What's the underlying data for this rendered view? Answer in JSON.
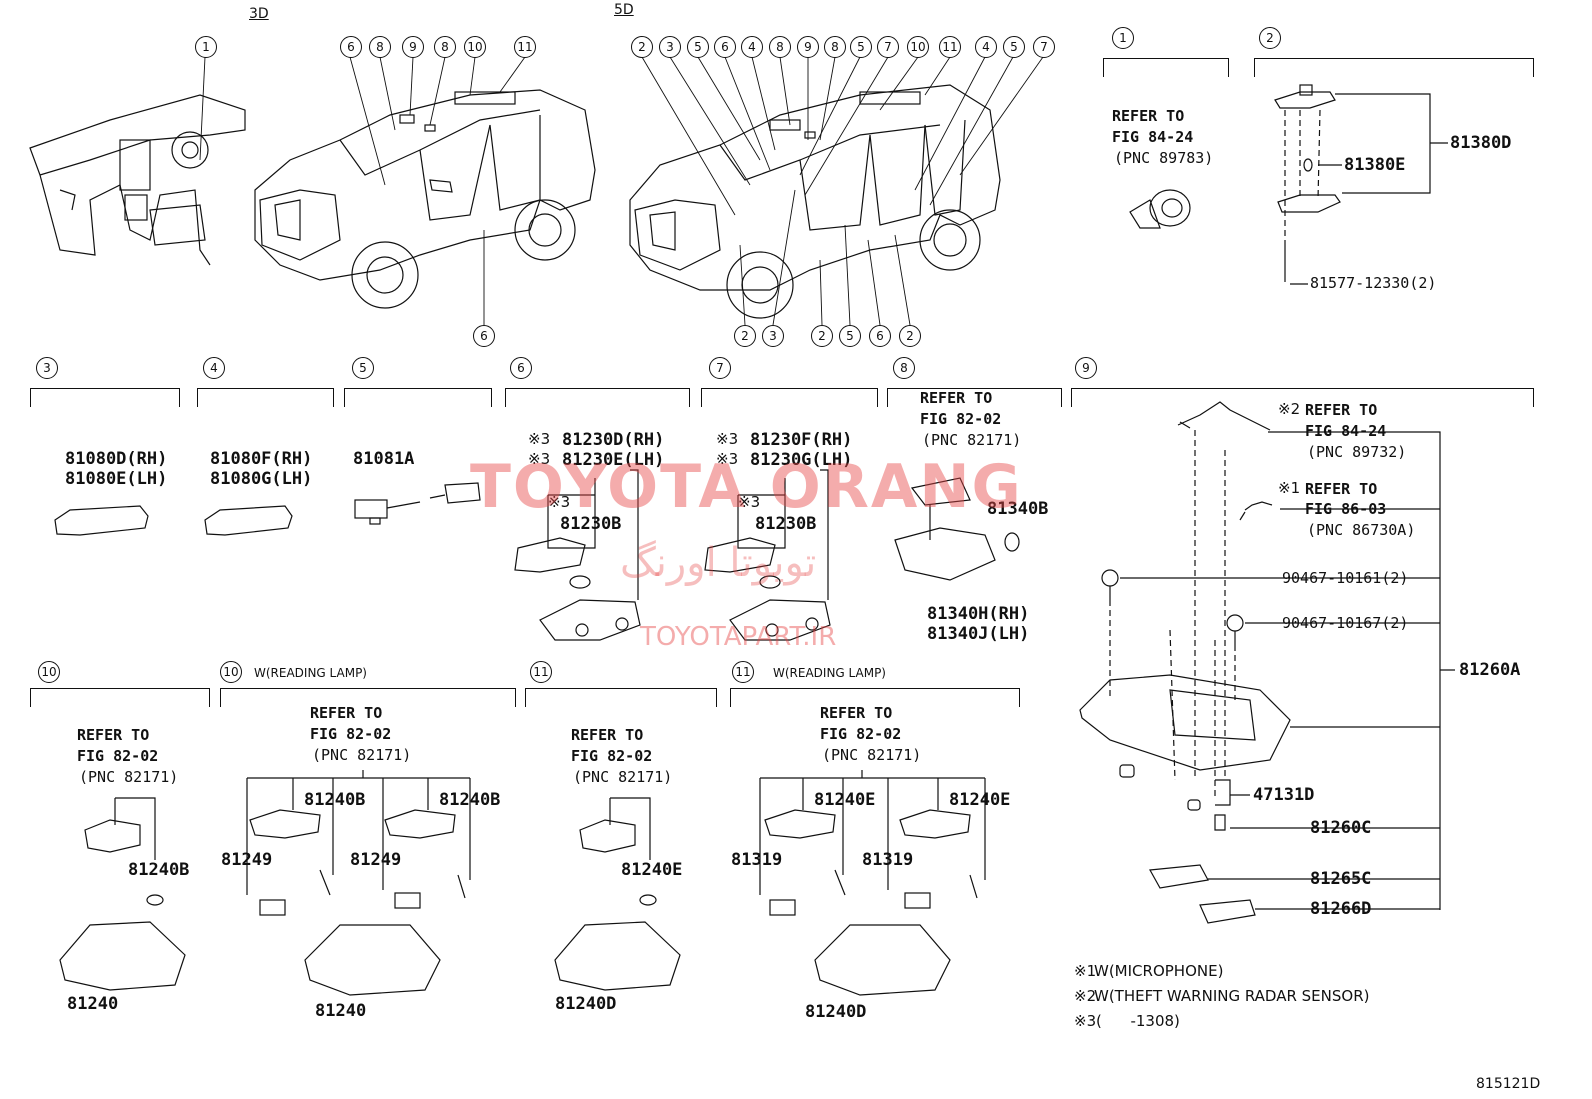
{
  "views": {
    "three_door": "3D",
    "five_door": "5D"
  },
  "view_callouts_3d": [
    "1",
    "6",
    "8",
    "9",
    "8",
    "10",
    "11"
  ],
  "view_callouts_3d_bottom": [
    "6"
  ],
  "view_callouts_5d": [
    "2",
    "3",
    "5",
    "6",
    "4",
    "8",
    "9",
    "8",
    "5",
    "7",
    "10",
    "11",
    "4",
    "5",
    "7"
  ],
  "view_callouts_5d_bottom": [
    "2",
    "3",
    "2",
    "5",
    "6",
    "2"
  ],
  "sections": {
    "s1": {
      "num": "1",
      "ref": [
        "REFER TO",
        "FIG 84-24",
        "(PNC 89783)"
      ]
    },
    "s2": {
      "num": "2",
      "parts": [
        "81380D",
        "81380E",
        "81577-12330(2)"
      ]
    },
    "s3": {
      "num": "3",
      "parts": [
        "81080D(RH)",
        "81080E(LH)"
      ]
    },
    "s4": {
      "num": "4",
      "parts": [
        "81080F(RH)",
        "81080G(LH)"
      ]
    },
    "s5": {
      "num": "5",
      "parts": [
        "81081A"
      ]
    },
    "s6": {
      "num": "6",
      "mark": "※3",
      "parts": [
        "81230D(RH)",
        "81230E(LH)",
        "81230B"
      ]
    },
    "s7": {
      "num": "7",
      "mark": "※3",
      "parts": [
        "81230F(RH)",
        "81230G(LH)",
        "81230B"
      ]
    },
    "s8": {
      "num": "8",
      "ref": [
        "REFER TO",
        "FIG 82-02",
        "(PNC 82171)"
      ],
      "parts": [
        "81340B",
        "81340H(RH)",
        "81340J(LH)"
      ]
    },
    "s9": {
      "num": "9",
      "mark1": "※2",
      "mark2": "※1",
      "ref_a": [
        "REFER TO",
        "FIG 84-24",
        "(PNC 89732)"
      ],
      "ref_b": [
        "REFER TO",
        "FIG 86-03",
        "(PNC 86730A)"
      ],
      "parts": [
        "90467-10161(2)",
        "90467-10167(2)",
        "81260A",
        "47131D",
        "81260C",
        "81265C",
        "81266D"
      ]
    },
    "s10": {
      "num": "10",
      "ref": [
        "REFER TO",
        "FIG 82-02",
        "(PNC 82171)"
      ],
      "parts": [
        "81240B",
        "81240"
      ]
    },
    "s10w": {
      "num": "10",
      "label": "W(READING LAMP)",
      "ref": [
        "REFER TO",
        "FIG 82-02",
        "(PNC 82171)"
      ],
      "parts": [
        "81240B",
        "81240B",
        "81249",
        "81249",
        "81240"
      ]
    },
    "s11": {
      "num": "11",
      "ref": [
        "REFER TO",
        "FIG 82-02",
        "(PNC 82171)"
      ],
      "parts": [
        "81240E",
        "81240D"
      ]
    },
    "s11w": {
      "num": "11",
      "label": "W(READING LAMP)",
      "ref": [
        "REFER TO",
        "FIG 82-02",
        "(PNC 82171)"
      ],
      "parts": [
        "81240E",
        "81240E",
        "81319",
        "81319",
        "81240D"
      ]
    }
  },
  "notes": [
    {
      "mark": "※1",
      "text": "W(MICROPHONE)"
    },
    {
      "mark": "※2",
      "text": "W(THEFT WARNING RADAR SENSOR)"
    },
    {
      "mark": "※3",
      "text": "(      -1308)"
    }
  ],
  "figure_id": "815121D",
  "watermark": {
    "brand": "TOYOTA ORANG",
    "persian": "تویوتا اورنگ",
    "site": "TOYOTAPART.IR"
  }
}
